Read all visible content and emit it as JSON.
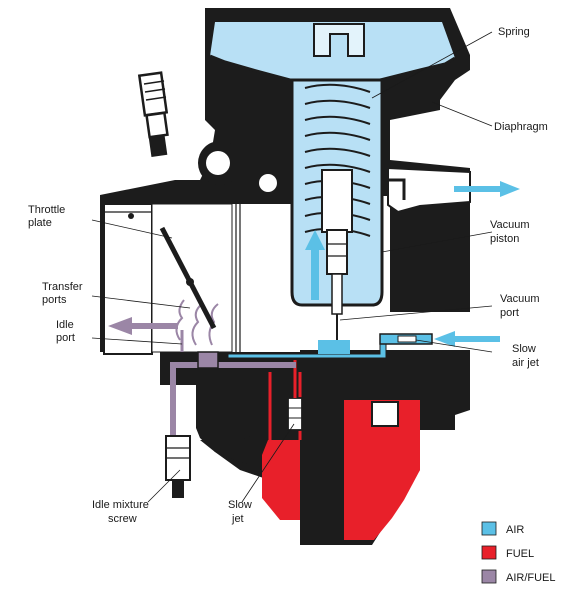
{
  "labels": {
    "spring": "Spring",
    "diaphragm": "Diaphragm",
    "throttle_plate": [
      "Throttle",
      "plate"
    ],
    "vacuum_piston": [
      "Vacuum",
      "piston"
    ],
    "transfer_ports": [
      "Transfer",
      "ports"
    ],
    "idle_port": [
      "Idle",
      "port"
    ],
    "vacuum_port": [
      "Vacuum",
      "port"
    ],
    "slow_air_jet": [
      "Slow",
      "air jet"
    ],
    "idle_mixture_screw": [
      "Idle mixture",
      "screw"
    ],
    "slow_jet": [
      "Slow",
      "jet"
    ]
  },
  "legend": [
    {
      "label": "AIR",
      "color": "#5bc0e6"
    },
    {
      "label": "FUEL",
      "color": "#e8202a"
    },
    {
      "label": "AIR/FUEL",
      "color": "#9b86a6"
    }
  ],
  "colors": {
    "air": "#5bc0e6",
    "air_light": "#b8e0f5",
    "fuel": "#e8202a",
    "air_fuel": "#9b86a6",
    "body": "#1c1c1c"
  }
}
